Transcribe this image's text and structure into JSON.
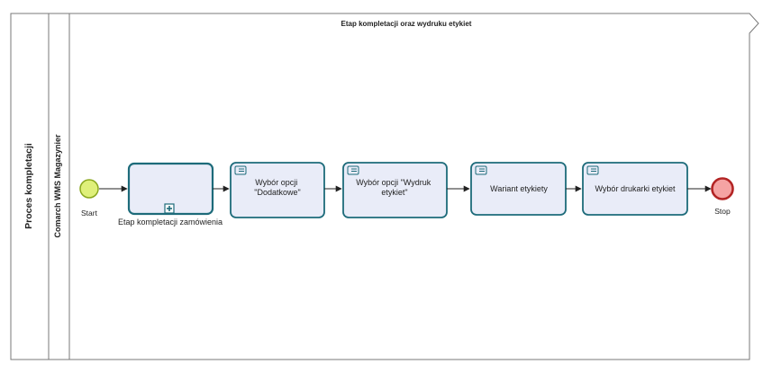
{
  "pool": {
    "title": "Proces kompletacji"
  },
  "lane": {
    "title": "Comarch WMS Magazynier"
  },
  "phase": {
    "title": "Etap kompletacji oraz wydruku etykiet"
  },
  "events": {
    "start": {
      "label": "Start",
      "fill": "#dff07a",
      "stroke": "#8aa81e"
    },
    "end": {
      "label": "Stop",
      "fill": "#f5a3a3",
      "stroke": "#b32424"
    }
  },
  "subprocess": {
    "label": "Etap kompletacji zamówienia",
    "marker": "plus-icon"
  },
  "tasks": [
    {
      "lines": [
        "Wybór opcji",
        "\"Dodatkowe\""
      ],
      "icon": "user-task-icon"
    },
    {
      "lines": [
        "Wybór opcji \"Wydruk",
        "etykiet\""
      ],
      "icon": "user-task-icon"
    },
    {
      "lines": [
        "Wariant etykiety"
      ],
      "icon": "user-task-icon"
    },
    {
      "lines": [
        "Wybór drukarki etykiet"
      ],
      "icon": "user-task-icon"
    }
  ],
  "colors": {
    "task_fill": "#e9ecf8",
    "task_stroke": "#1d6b7a",
    "line": "#222222",
    "border": "#7a7a7a"
  }
}
